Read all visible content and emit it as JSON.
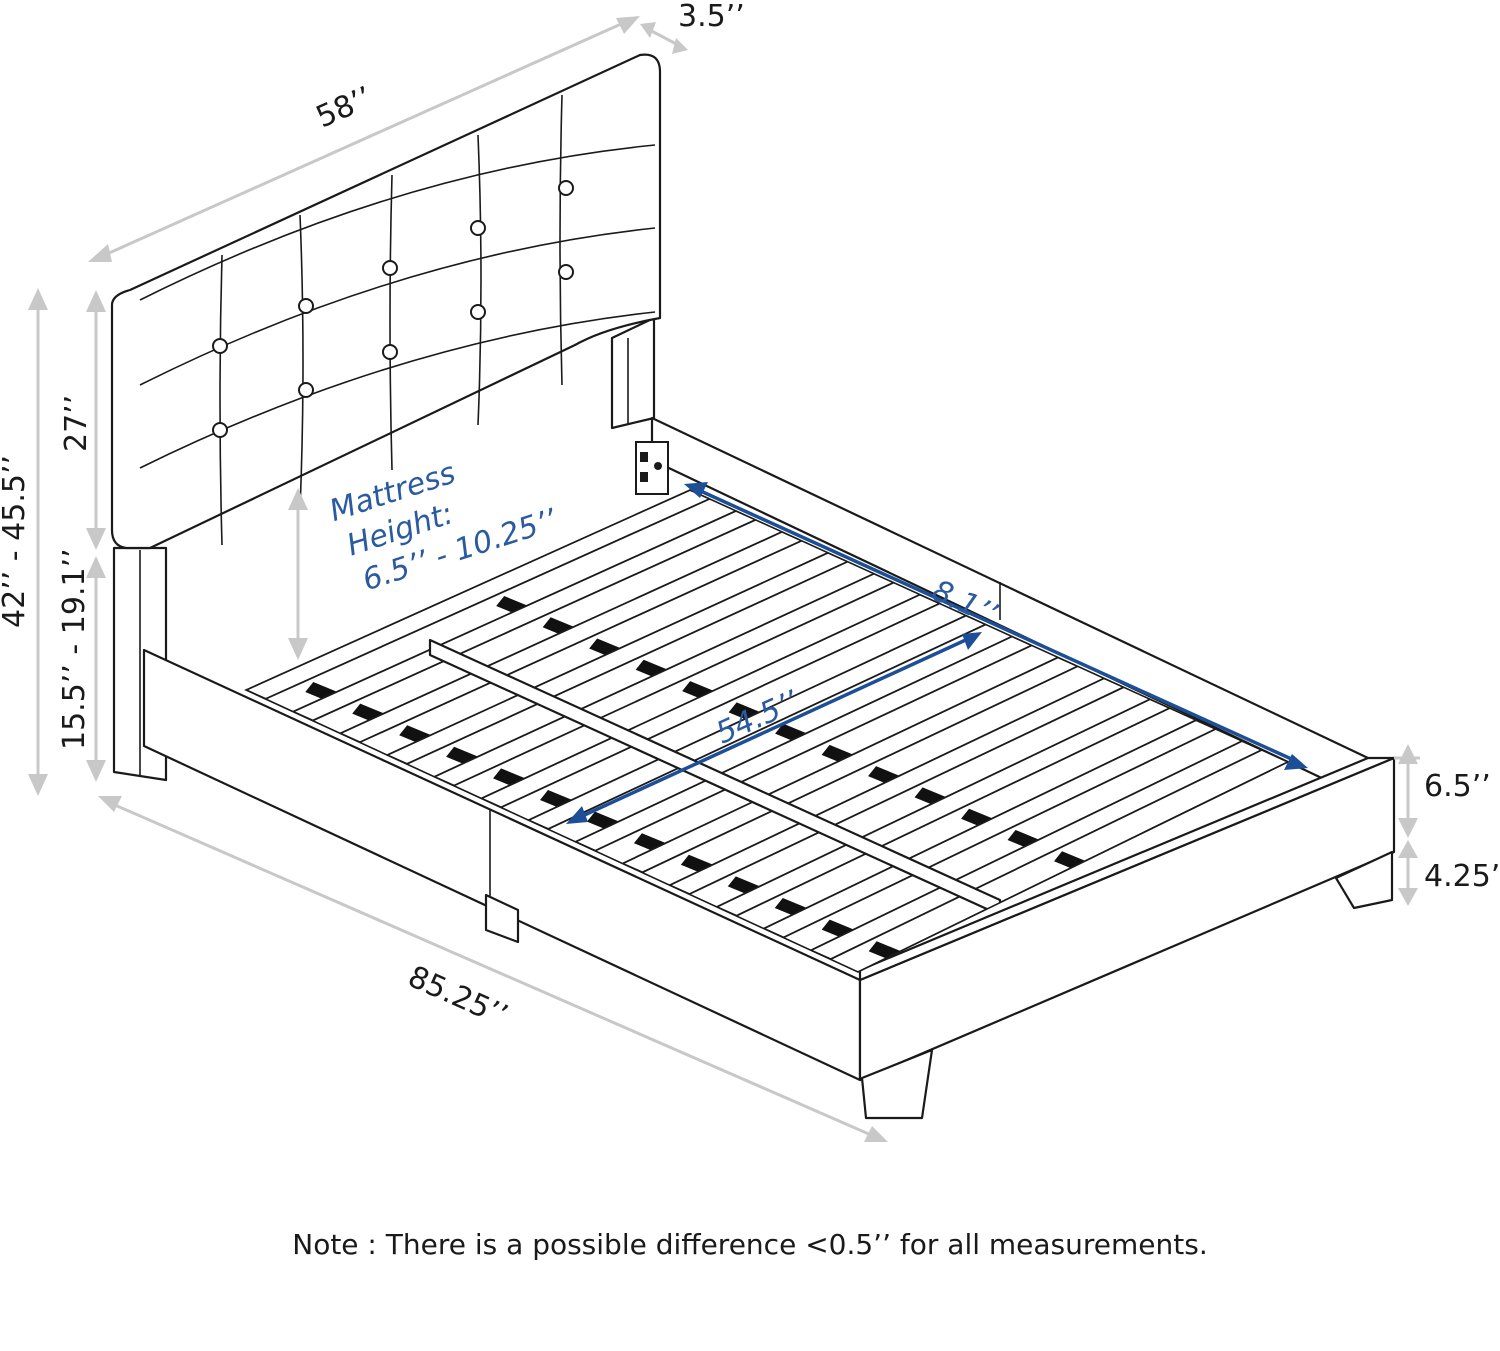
{
  "dimensions": {
    "headboard_width": "58’’",
    "headboard_depth": "3.5’’",
    "headboard_panel_height": "27’’",
    "total_height": "42’’ - 45.5’’",
    "headboard_clearance": "15.5’’ - 19.1’’",
    "mattress_height_line1": "Mattress",
    "mattress_height_line2": "Height:",
    "mattress_height_line3": "6.5’’ - 10.25’’",
    "slat_gap": "8.1’’",
    "inner_width": "54.5’’",
    "length": "85.25’’",
    "rail_height": "6.5’’",
    "leg_height": "4.25’’"
  },
  "colors": {
    "outline": "#1a1a1a",
    "dimension_gray": "#c8c8c8",
    "dimension_blue": "#1c4f98"
  },
  "note": "Note : There is a possible difference <0.5’’ for all measurements."
}
